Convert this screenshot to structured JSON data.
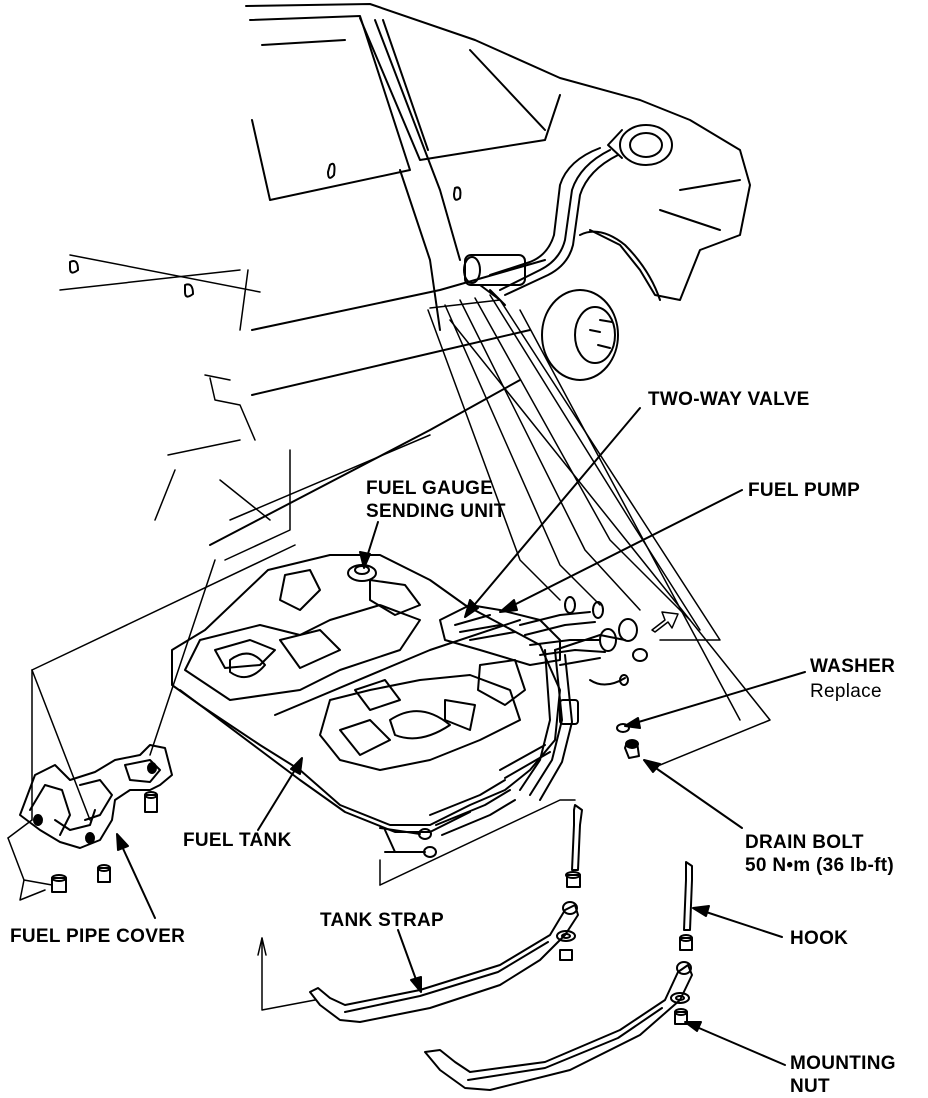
{
  "labels": {
    "two_way_valve": "TWO-WAY VALVE",
    "fuel_gauge_line1": "FUEL GAUGE",
    "fuel_gauge_line2": "SENDING UNIT",
    "fuel_pump": "FUEL PUMP",
    "washer": "WASHER",
    "washer_note": "Replace",
    "fuel_tank": "FUEL TANK",
    "drain_bolt": "DRAIN BOLT",
    "drain_bolt_torque": "50 N•m (36 lb-ft)",
    "fuel_pipe_cover": "FUEL PIPE COVER",
    "tank_strap": "TANK STRAP",
    "hook": "HOOK",
    "mounting_nut_line1": "MOUNTING",
    "mounting_nut_line2": "NUT"
  }
}
